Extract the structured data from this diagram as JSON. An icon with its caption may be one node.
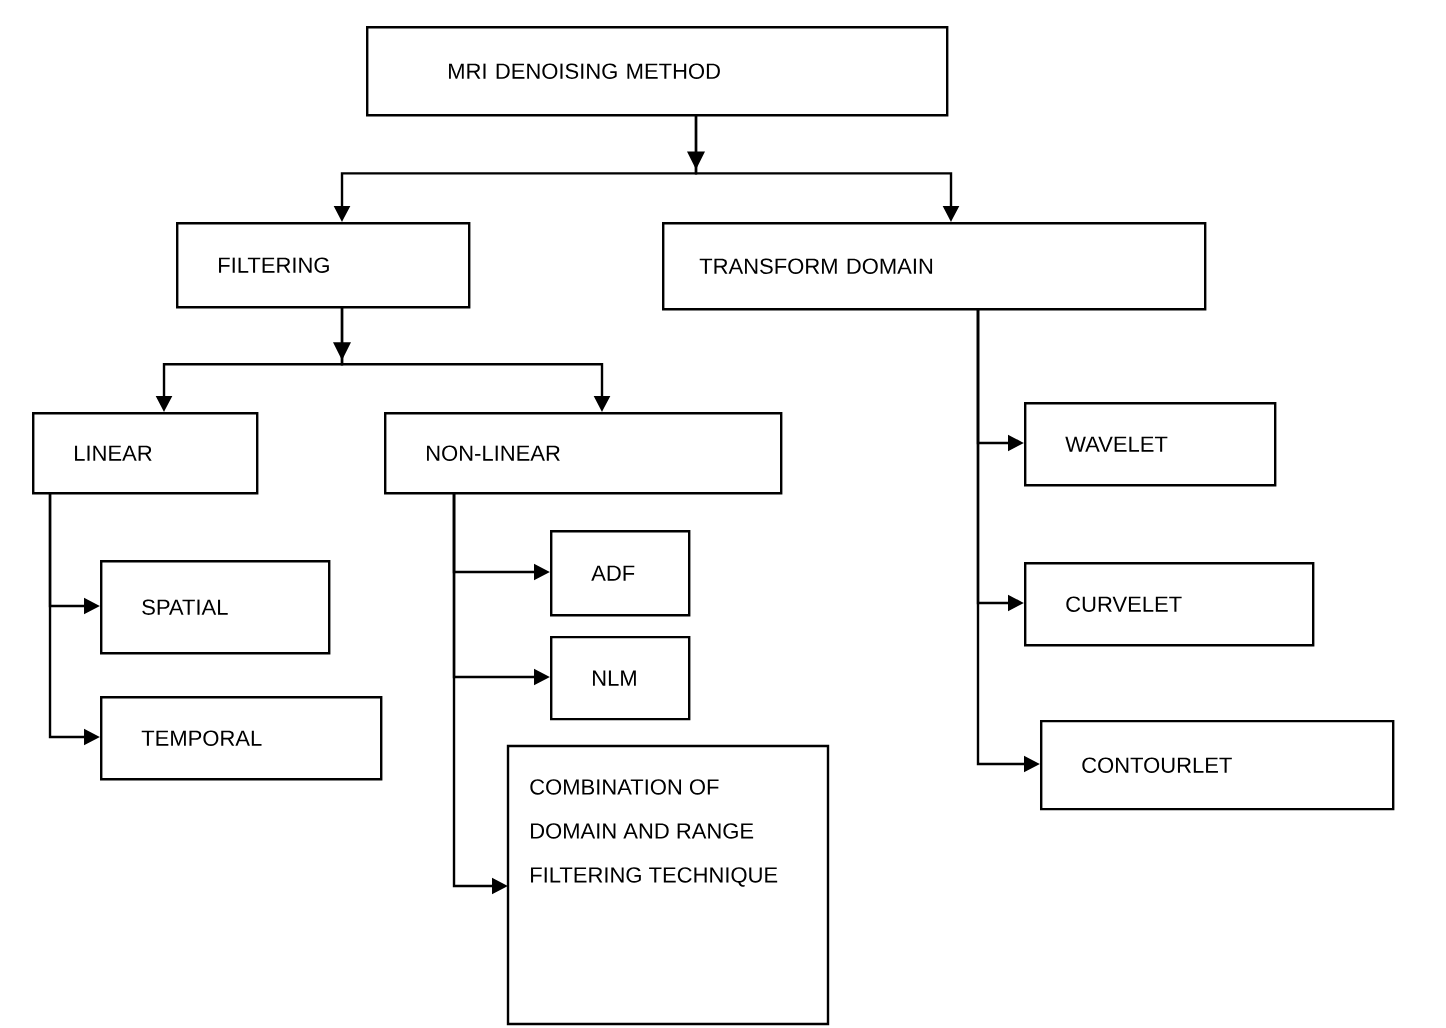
{
  "diagram": {
    "nodes": [
      {
        "text": [
          "MRI DENOISING METHOD"
        ]
      },
      {
        "text": [
          "FILTERING"
        ]
      },
      {
        "text": [
          "TRANSFORM DOMAIN"
        ]
      },
      {
        "text": [
          "LINEAR"
        ]
      },
      {
        "text": [
          "NON-LINEAR"
        ]
      },
      {
        "text": [
          "SPATIAL"
        ]
      },
      {
        "text": [
          "TEMPORAL"
        ]
      },
      {
        "text": [
          "ADF"
        ]
      },
      {
        "text": [
          "NLM"
        ]
      },
      {
        "text": [
          "COMBINATION OF DOMAIN AND RANGE FILTERING TECHNIQUE"
        ]
      },
      {
        "text": [
          "WAVELET"
        ]
      },
      {
        "text": [
          "CURVELET"
        ]
      },
      {
        "text": [
          "CONTOURLET"
        ]
      }
    ],
    "edges": [
      {
        "from": 0,
        "to": 1,
        "arrow": "to"
      },
      {
        "from": 0,
        "to": 2,
        "arrow": "to"
      },
      {
        "from": 1,
        "to": 3,
        "arrow": "to"
      },
      {
        "from": 1,
        "to": 4,
        "arrow": "to"
      },
      {
        "from": 3,
        "to": 5,
        "arrow": "to"
      },
      {
        "from": 3,
        "to": 6,
        "arrow": "to"
      },
      {
        "from": 4,
        "to": 7,
        "arrow": "to"
      },
      {
        "from": 4,
        "to": 8,
        "arrow": "to"
      },
      {
        "from": 4,
        "to": 9,
        "arrow": "to"
      },
      {
        "from": 2,
        "to": 10,
        "arrow": "to"
      },
      {
        "from": 2,
        "to": 11,
        "arrow": "to"
      },
      {
        "from": 2,
        "to": 12,
        "arrow": "to"
      }
    ]
  }
}
